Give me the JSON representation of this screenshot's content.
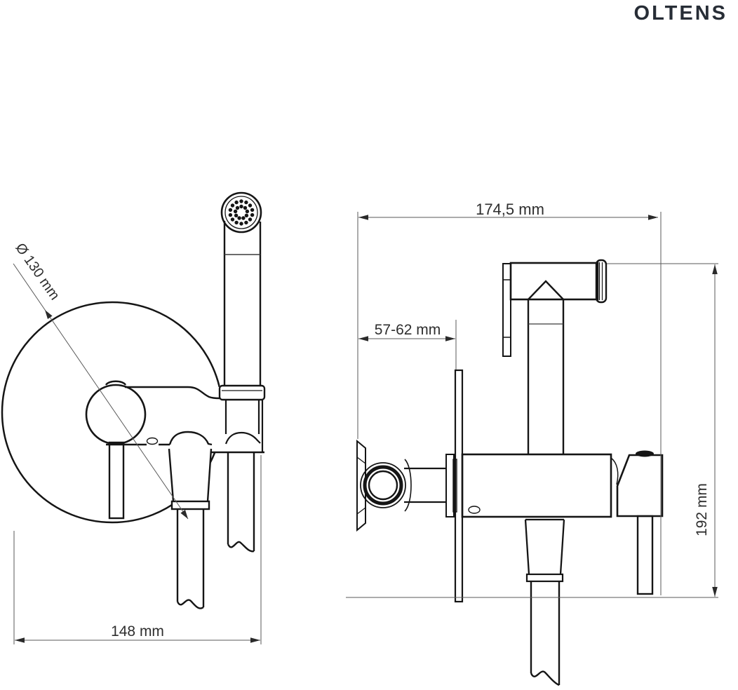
{
  "brand": {
    "logo": "OLTENS"
  },
  "dimensions": {
    "plate_diameter": "Ø 130 mm",
    "front_width": "148 mm",
    "total_depth": "174,5 mm",
    "wall_depth_range": "57-62 mm",
    "total_height": "192 mm"
  },
  "colors": {
    "background": "#ffffff",
    "drawing_line": "#151515",
    "dimension_line": "#5a5a5a",
    "label_text": "#2e2e2e",
    "logo_text": "#272d36"
  }
}
